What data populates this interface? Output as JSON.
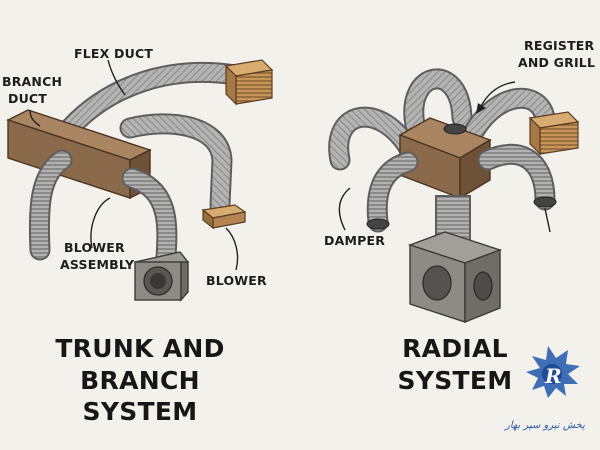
{
  "diagram": {
    "panels": [
      {
        "id": "trunk-branch",
        "title_line1": "TRUNK AND",
        "title_line2": "BRANCH SYSTEM",
        "labels": {
          "flex_duct": "FLEX DUCT",
          "branch_duct_line1": "BRANCH",
          "branch_duct_line2": "DUCT",
          "blower_assembly_line1": "BLOWER",
          "blower_assembly_line2": "ASSEMBLY",
          "blower": "BLOWER"
        }
      },
      {
        "id": "radial",
        "title_line1": "RADIAL",
        "title_line2": "SYSTEM",
        "labels": {
          "register_grill_line1": "REGISTER",
          "register_grill_line2": "AND GRILL",
          "damper": "DAMPER"
        }
      }
    ]
  },
  "watermark": {
    "text": "پخش نیرو سپر بهار",
    "logo_letter": "R"
  },
  "colors": {
    "background": "#f3f1ec",
    "duct_brown": "#8b6a4c",
    "flex_gray": "#a7a7a7",
    "plenum_gray": "#8e8a85",
    "grill_tan": "#c99659",
    "logo_blue": "#2b5fb0"
  }
}
